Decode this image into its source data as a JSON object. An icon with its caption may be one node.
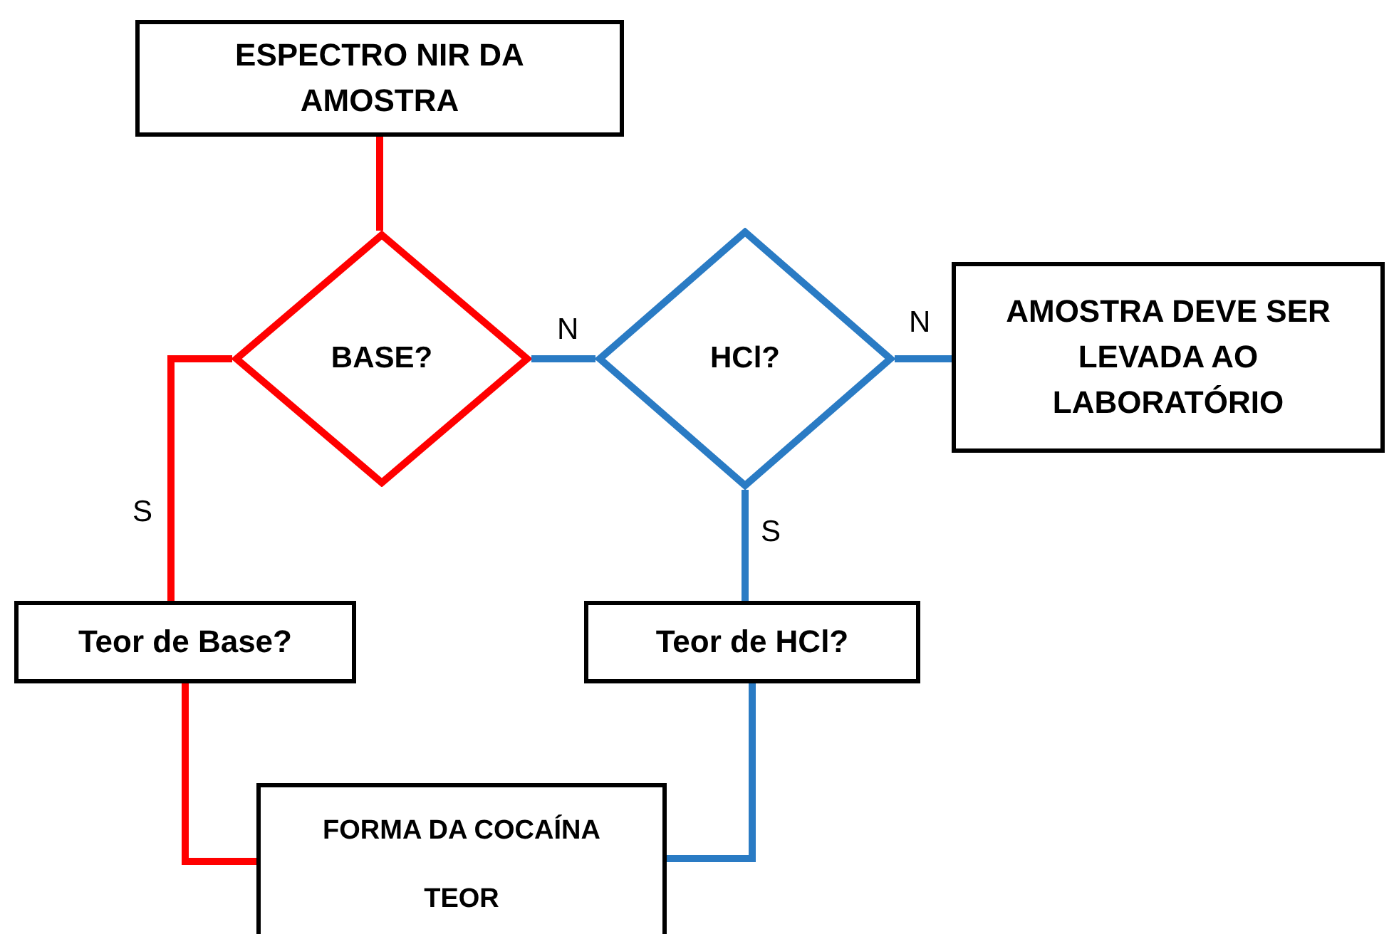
{
  "diagram": {
    "nodes": [
      {
        "text": [
          "ESPECTRO NIR DA AMOSTRA"
        ]
      },
      {
        "text": [
          "BASE?"
        ]
      },
      {
        "text": [
          "HCl?"
        ]
      },
      {
        "text": [
          "AMOSTRA DEVE SER LEVADA AO LABORATÓRIO"
        ]
      },
      {
        "text": [
          "Teor de Base?"
        ]
      },
      {
        "text": [
          "Teor de HCl?"
        ]
      },
      {
        "text": [
          "FORMA DA COCAÍNA",
          "TEOR"
        ]
      }
    ],
    "edges": [
      {
        "from": 0,
        "to": 1,
        "arrow": "none",
        "color": "#ff0000"
      },
      {
        "from": 1,
        "to": 2,
        "arrow": "none",
        "label": "N"
      },
      {
        "from": 2,
        "to": 3,
        "arrow": "none",
        "label": "N"
      },
      {
        "from": 1,
        "to": 4,
        "arrow": "none",
        "label": "S",
        "color": "#ff0000"
      },
      {
        "from": 2,
        "to": 5,
        "arrow": "none",
        "label": "S"
      },
      {
        "from": 4,
        "to": 6,
        "arrow": "none",
        "color": "#ff0000"
      },
      {
        "from": 5,
        "to": 6,
        "arrow": "none"
      }
    ]
  }
}
